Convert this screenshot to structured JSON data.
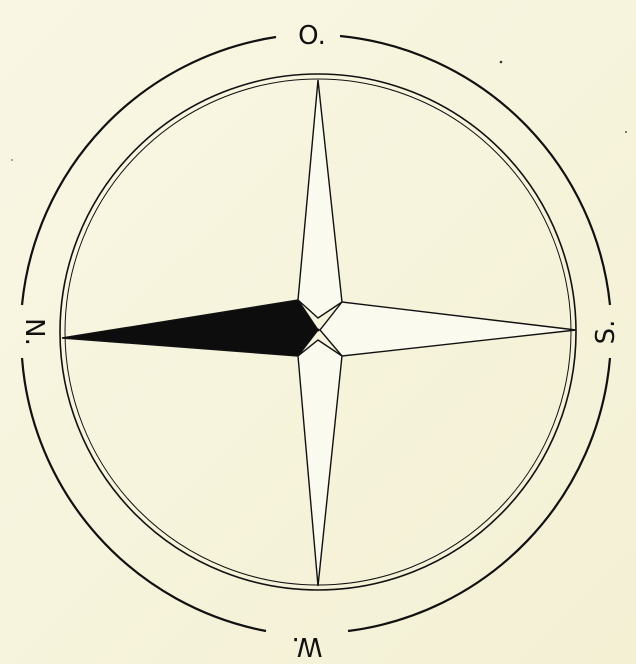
{
  "compass": {
    "labels": {
      "top": "O.",
      "left": "N.",
      "right": "S.",
      "bottom": "W."
    },
    "colors": {
      "paper": "#f6f3dc",
      "ink": "#111111",
      "needle_fill": "#0d0d0d"
    }
  }
}
